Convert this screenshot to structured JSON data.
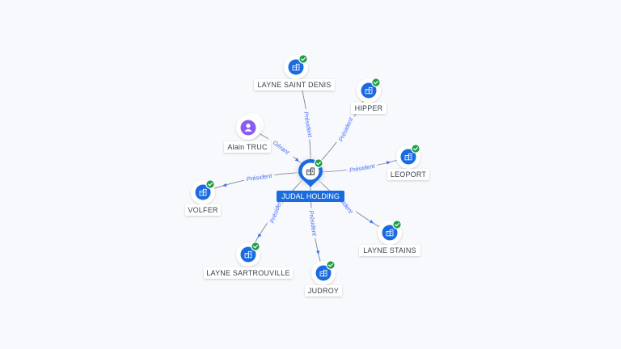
{
  "center": {
    "label": "JUDAL HOLDING",
    "type": "company",
    "verified": true,
    "accent": "#1a6be0"
  },
  "nodes": [
    {
      "id": "layne-saint-denis",
      "label": "LAYNE SAINT DENIS",
      "type": "company",
      "verified": true
    },
    {
      "id": "hipper",
      "label": "HIPPER",
      "type": "company",
      "verified": true
    },
    {
      "id": "leoport",
      "label": "LEOPORT",
      "type": "company",
      "verified": true
    },
    {
      "id": "layne-stains",
      "label": "LAYNE STAINS",
      "type": "company",
      "verified": true
    },
    {
      "id": "judroy",
      "label": "JUDROY",
      "type": "company",
      "verified": true
    },
    {
      "id": "layne-sartrouville",
      "label": "LAYNE SARTROUVILLE",
      "type": "company",
      "verified": true
    },
    {
      "id": "volfer",
      "label": "VOLFER",
      "type": "company",
      "verified": true
    },
    {
      "id": "alain-truc",
      "label": "Alain TRUC",
      "type": "person",
      "verified": false
    }
  ],
  "edges": [
    {
      "to": "layne-saint-denis",
      "label": "Président"
    },
    {
      "to": "hipper",
      "label": "Président"
    },
    {
      "to": "leoport",
      "label": "Président"
    },
    {
      "to": "layne-stains",
      "label": "Président"
    },
    {
      "to": "judroy",
      "label": "Président"
    },
    {
      "to": "layne-sartrouville",
      "label": "Président"
    },
    {
      "to": "volfer",
      "label": "Président"
    },
    {
      "from": "alain-truc",
      "label": "Gérant"
    }
  ],
  "colors": {
    "company": "#1a6be0",
    "person": "#8a5cf0",
    "verified": "#1e9e4a",
    "edge_label": "#4a6cf7"
  },
  "icons": {
    "company": "building-icon",
    "person": "person-icon",
    "verified": "check-badge-icon"
  }
}
